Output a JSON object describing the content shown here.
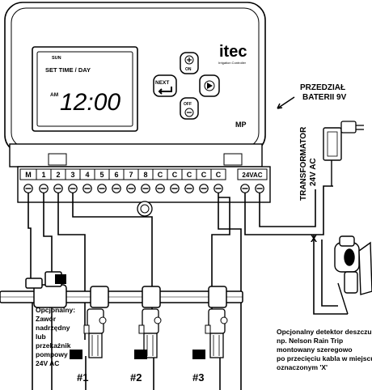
{
  "controller": {
    "brand": "itec",
    "brand_sub": "Irrigation Controller",
    "model": "MP",
    "lcd": {
      "day": "SUN",
      "mode": "SET TIME / DAY",
      "ampm": "AM",
      "time": "12:00"
    },
    "buttons": {
      "on": "ON",
      "next": "NEXT",
      "off": "OFF"
    }
  },
  "terminals": [
    "M",
    "1",
    "2",
    "3",
    "4",
    "5",
    "6",
    "7",
    "8",
    "C",
    "C",
    "C",
    "C",
    "C",
    "24VAC"
  ],
  "labels": {
    "battery": [
      "PRZEDZIAŁ",
      "BATERII 9V"
    ],
    "transformer": [
      "TRANSFORMATOR",
      "24V AC"
    ],
    "cut_mark": "X",
    "master_valve": [
      "Opcjonalny:",
      "Zawór",
      "nadrzędny",
      "lub",
      "przekaźnik",
      "pompowy",
      "24V AC"
    ],
    "rain_sensor": [
      "Opcjonalny detektor deszczu",
      "np. Nelson Rain Trip",
      "montowany szeregowo",
      "po przecięciu kabla w miejscu",
      "oznaczonym 'X'"
    ],
    "valves": [
      "#1",
      "#2",
      "#3"
    ]
  }
}
